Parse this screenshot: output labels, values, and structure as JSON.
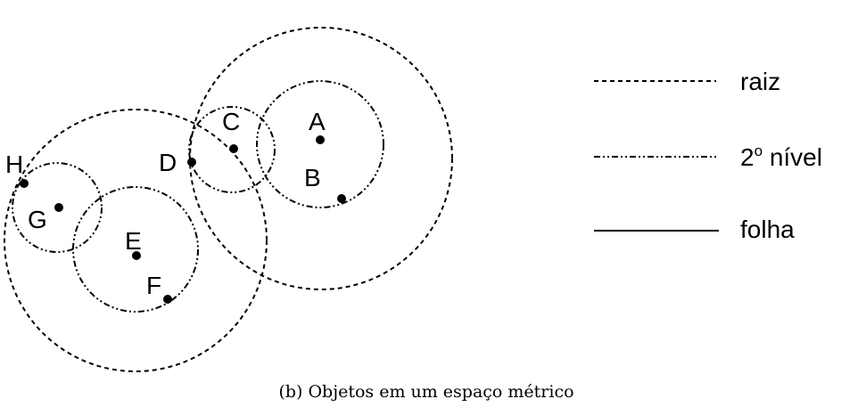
{
  "points": [
    {
      "label": "A"
    },
    {
      "label": "B"
    },
    {
      "label": "C"
    },
    {
      "label": "D"
    },
    {
      "label": "E"
    },
    {
      "label": "F"
    },
    {
      "label": "G"
    },
    {
      "label": "H"
    }
  ],
  "legend": {
    "root": "raiz",
    "level2_prefix": "2",
    "level2_sup": "o",
    "level2_suffix": " nível",
    "leaf": "folha"
  },
  "caption": "(b) Objetos em um espaço métrico"
}
